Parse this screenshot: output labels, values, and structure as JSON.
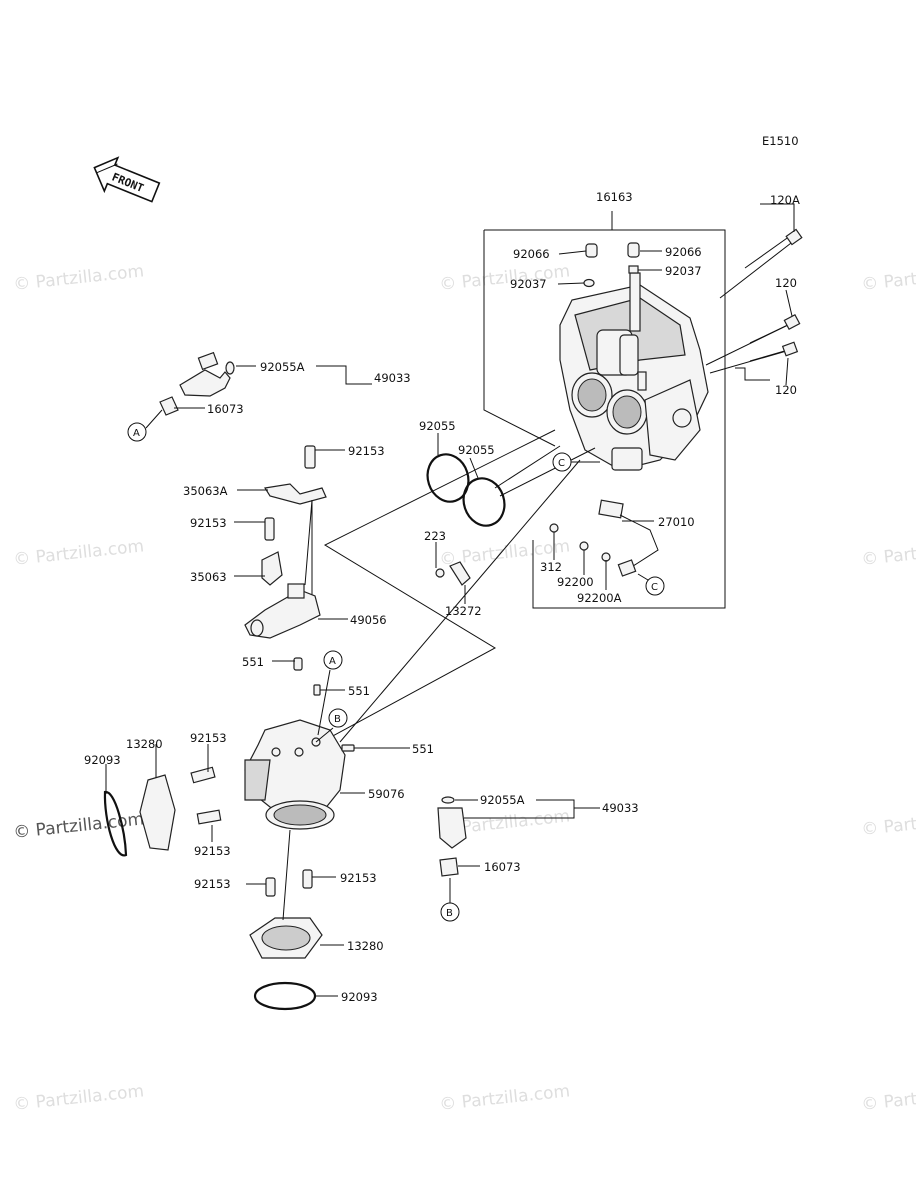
{
  "diagram_code": "E1510",
  "front_label": "FRONT",
  "watermark": "© Partzilla.com",
  "watermark_main": "© Partzilla.com",
  "labels": {
    "p16163": "16163",
    "p120A": "120A",
    "p120a": "120",
    "p120b": "120",
    "p92066a": "92066",
    "p92066b": "92066",
    "p92037a": "92037",
    "p92037b": "92037",
    "p92055A_top": "92055A",
    "p49033_top": "49033",
    "p16073_top": "16073",
    "p92055a": "92055",
    "p92055b": "92055",
    "p92153_a": "92153",
    "p35063A": "35063A",
    "p92153_b": "92153",
    "p35063": "35063",
    "p49056": "49056",
    "p551_a": "551",
    "p551_b": "551",
    "p551_c": "551",
    "p223": "223",
    "p13272": "13272",
    "p27010": "27010",
    "p312": "312",
    "p92200": "92200",
    "p92200A": "92200A",
    "p13280_a": "13280",
    "p92153_c": "92153",
    "p92093_a": "92093",
    "p92153_d": "92153",
    "p59076": "59076",
    "p92055A_bot": "92055A",
    "p49033_bot": "49033",
    "p16073_bot": "16073",
    "p92153_e": "92153",
    "p92153_f": "92153",
    "p13280_b": "13280",
    "p92093_b": "92093"
  },
  "callouts": {
    "A": "A",
    "B": "B",
    "C": "C"
  }
}
